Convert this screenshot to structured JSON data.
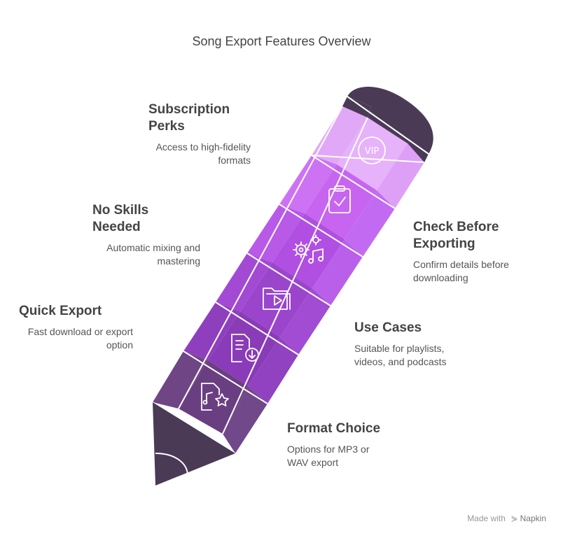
{
  "title": "Song Export Features Overview",
  "features": [
    {
      "heading": "Subscription Perks",
      "desc": "Access to high-fidelity formats",
      "icon": "vip-icon"
    },
    {
      "heading": "No Skills Needed",
      "desc": "Automatic mixing and mastering",
      "icon": "gears-music-icon"
    },
    {
      "heading": "Quick Export",
      "desc": "Fast download or export option",
      "icon": "document-download-icon"
    },
    {
      "heading": "Check Before Exporting",
      "desc": "Confirm details before downloading",
      "icon": "clipboard-check-icon"
    },
    {
      "heading": "Use Cases",
      "desc": "Suitable for playlists, videos, and podcasts",
      "icon": "folder-play-icon"
    },
    {
      "heading": "Format Choice",
      "desc": "Options for MP3 or WAV export",
      "icon": "music-file-star-icon"
    }
  ],
  "vip_text": "VIP",
  "footer": {
    "made_with": "Made with",
    "brand": "Napkin"
  },
  "colors": {
    "tip": "#4A3A55",
    "eraser": "#4A3A55",
    "segments": [
      "#E3A8F8",
      "#CC6CF4",
      "#B457E6",
      "#9E46D0",
      "#8A3BB8",
      "#6A4580"
    ]
  }
}
